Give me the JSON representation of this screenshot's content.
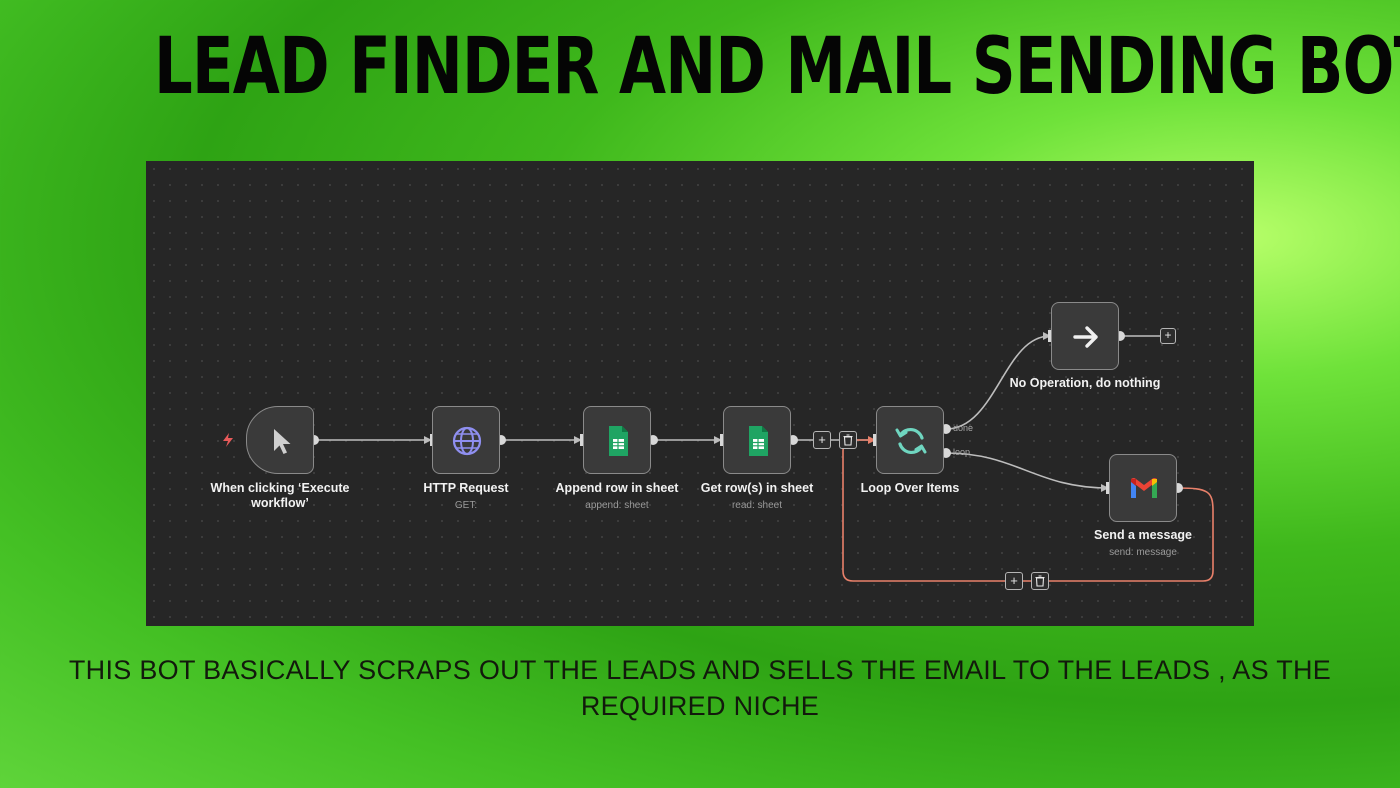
{
  "headline": "LEAD FINDER AND MAIL SENDING BOT",
  "caption": "THIS BOT BASICALLY SCRAPS OUT THE LEADS AND SELLS THE EMAIL TO THE LEADS , AS THE REQUIRED NICHE",
  "workflow": {
    "nodes": [
      {
        "label": "When clicking ‘Execute workflow’",
        "sub": "",
        "icon": "cursor-icon"
      },
      {
        "label": "HTTP Request",
        "sub": "GET:",
        "icon": "globe-icon"
      },
      {
        "label": "Append row in sheet",
        "sub": "append: sheet",
        "icon": "google-sheets-icon"
      },
      {
        "label": "Get row(s) in sheet",
        "sub": "read: sheet",
        "icon": "google-sheets-icon"
      },
      {
        "label": "Loop Over Items",
        "sub": "",
        "icon": "loop-arrows-icon"
      },
      {
        "label": "No Operation, do nothing",
        "sub": "",
        "icon": "arrow-right-icon"
      },
      {
        "label": "Send a message",
        "sub": "send: message",
        "icon": "gmail-icon"
      }
    ],
    "ports": {
      "done": "done",
      "loop": "loop"
    },
    "buttons": {
      "add": "+"
    }
  },
  "colors": {
    "canvas": "#262626",
    "node": "#3a3a3a",
    "wire": "#bdbdbd",
    "loopback_wire": "#e8806a",
    "trigger_bolt": "#e85a5a"
  }
}
